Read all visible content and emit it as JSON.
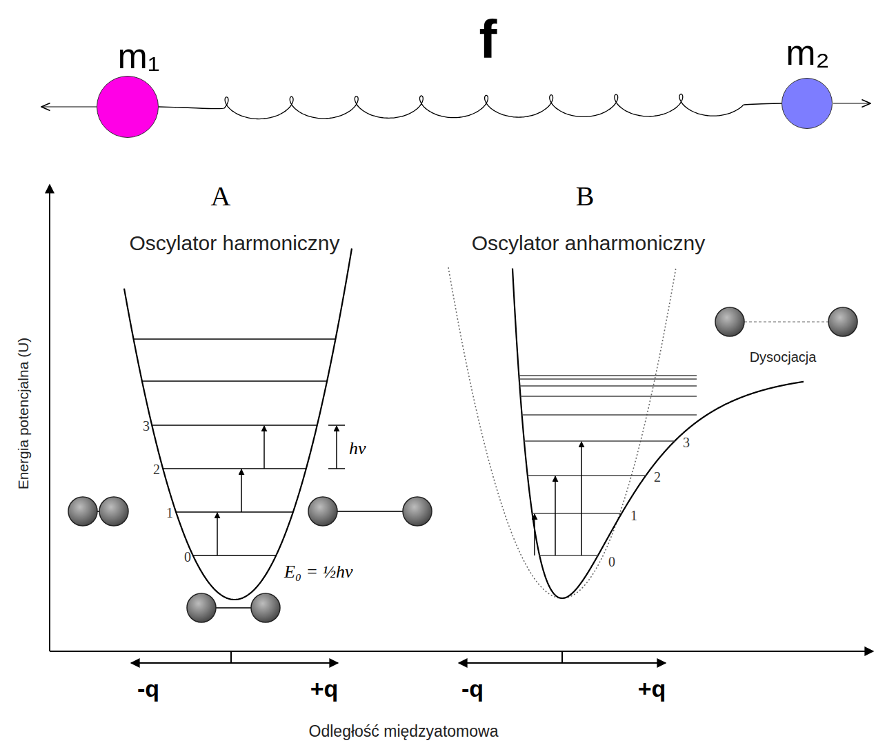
{
  "diagram": {
    "nodes": [
      {
        "text": [
          "m₁"
        ]
      },
      {
        "text": [
          "m₂"
        ]
      }
    ],
    "edges": [
      {
        "from": 0,
        "to": 1,
        "arrow": "none",
        "label": "f"
      }
    ],
    "labels": [
      "A",
      "Oscylator harmoniczny",
      "B",
      "Oscylator anharmoniczny",
      "Energia potencjalna (U)",
      "3",
      "2",
      "1",
      "0",
      "hν",
      "E₀ = ½hν",
      "Dysocjacja",
      "3",
      "2",
      "1",
      "0",
      "-q",
      "+q",
      "-q",
      "+q",
      "Odległość międzyatomowa"
    ]
  }
}
